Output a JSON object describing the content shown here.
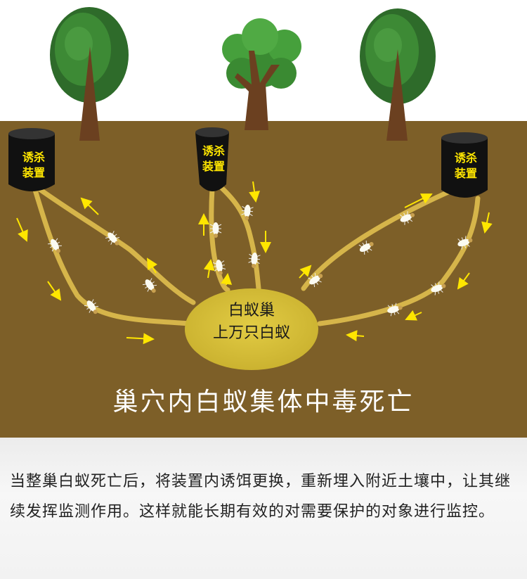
{
  "devices": [
    {
      "line1": "诱杀",
      "line2": "装置"
    },
    {
      "line1": "诱杀",
      "line2": "装置"
    },
    {
      "line1": "诱杀",
      "line2": "装置"
    }
  ],
  "nest": {
    "line1": "白蚁巢",
    "line2": "上万只白蚁"
  },
  "caption": "巢穴内白蚁集体中毒死亡",
  "description": "当整巢白蚁死亡后，将装置内诱饵更换，重新埋入附近土壤中，让其继续发挥监测作用。这样就能长期有效的对需要保护的对象进行监控。",
  "colors": {
    "soil": "#7d5f28",
    "sky": "#ffffff",
    "tunnel": "#d6b54a",
    "nest": "#d4be3a",
    "arrow": "#ffe600",
    "device": "#111111",
    "label": "#ffe600"
  }
}
